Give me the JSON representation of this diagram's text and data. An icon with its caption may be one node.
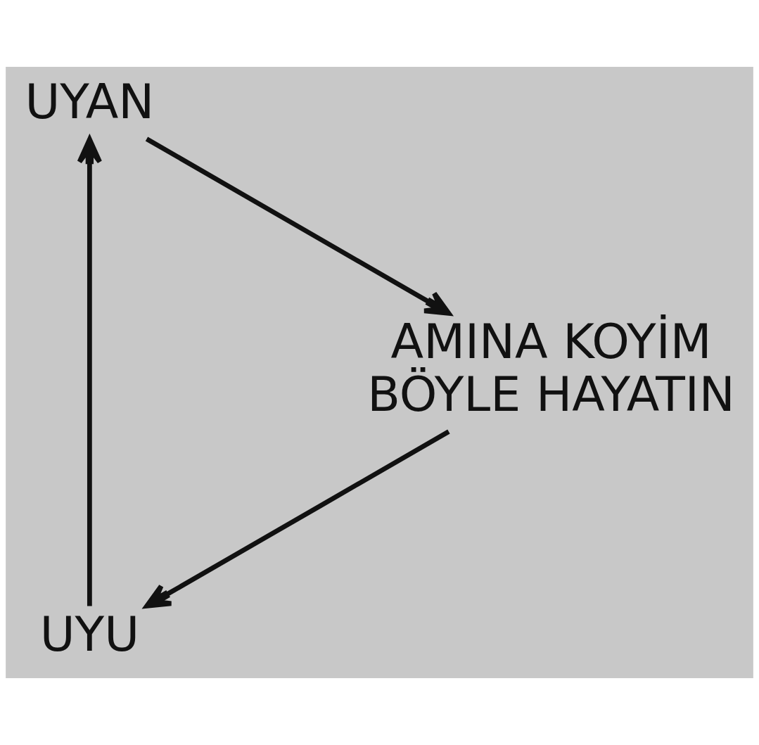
{
  "diagram": {
    "nodes": [
      {
        "text": [
          "UYU"
        ]
      },
      {
        "text": [
          "UYAN"
        ]
      },
      {
        "text": [
          "AMINA KOYİM BÖYLE HAYATIN"
        ]
      }
    ],
    "edges": [
      {
        "from": 0,
        "to": 1,
        "arrow": "to"
      },
      {
        "from": 1,
        "to": 2,
        "arrow": "to"
      },
      {
        "from": 2,
        "to": 0,
        "arrow": "to"
      }
    ]
  }
}
